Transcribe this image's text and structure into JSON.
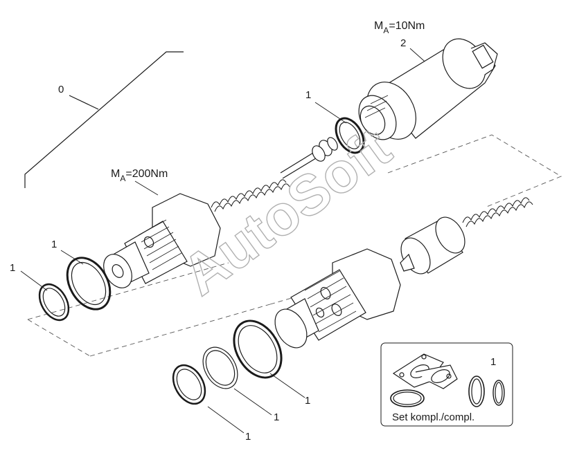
{
  "callouts": {
    "assembly": "0",
    "item1": "1",
    "item2": "2"
  },
  "torques": {
    "sensor_prefix": "M",
    "sensor_sub": "A",
    "sensor_value": "=10Nm",
    "valve_prefix": "M",
    "valve_sub": "A",
    "valve_value": "=200Nm"
  },
  "kit": {
    "caption": "Set kompl./compl.",
    "callout": "1"
  },
  "watermark": {
    "text": "AutoSoft"
  },
  "colors": {
    "ink": "#1a1a1a",
    "watermark_stroke": "#b0b0b0"
  }
}
